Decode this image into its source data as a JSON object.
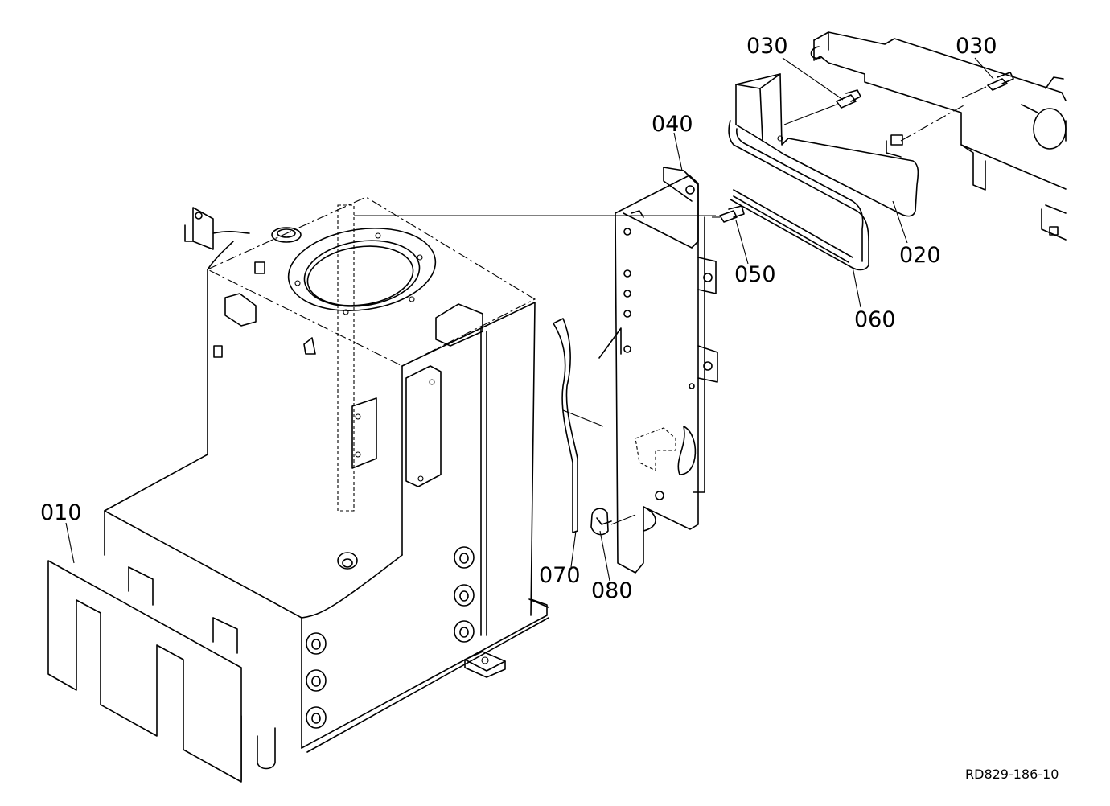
{
  "callouts": [
    {
      "id": "010",
      "text": "010"
    },
    {
      "id": "020",
      "text": "020"
    },
    {
      "id": "030a",
      "text": "030"
    },
    {
      "id": "030b",
      "text": "030"
    },
    {
      "id": "040",
      "text": "040"
    },
    {
      "id": "050",
      "text": "050"
    },
    {
      "id": "060",
      "text": "060"
    },
    {
      "id": "070",
      "text": "070"
    },
    {
      "id": "080",
      "text": "080"
    }
  ],
  "reference_code": "RD829-186-10"
}
